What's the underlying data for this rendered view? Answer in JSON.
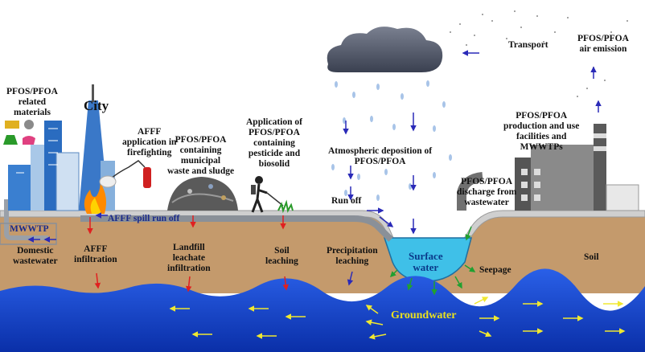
{
  "labels": {
    "pfos_related": "PFOS/PFOA\nrelated\nmaterials",
    "city": "City",
    "afff_application": "AFFF\napplication in\nfirefighting",
    "landfill": "PFOS/PFOA\ncontaining\nmunicipal\nwaste and sludge",
    "pesticide": "Application of\nPFOS/PFOA\ncontaining\npesticide and\nbiosolid",
    "atmospheric": "Atmospheric deposition of\nPFOS/PFOA",
    "transport": "Transport",
    "air_emission": "PFOS/PFOA\nair emission",
    "production": "PFOS/PFOA\nproduction and use\nfacilities and\nMWWTPs",
    "discharge": "PFOS/PFOA\ndischarge from\nwastewater",
    "run_off": "Run off",
    "afff_spill": "AFFF spill run off",
    "mwwtp": "MWWTP",
    "domestic": "Domestic\nwastewater",
    "afff_infiltration": "AFFF\ninfiltration",
    "landfill_leachate": "Landfill\nleachate\ninfiltration",
    "soil_leaching": "Soil\nleaching",
    "precipitation": "Precipitation\nleaching",
    "surface_water": "Surface\nwater",
    "seepage": "Seepage",
    "soil": "Soil",
    "groundwater": "Groundwater"
  },
  "colors": {
    "sky": "#ffffff",
    "soil": "#c49a6c",
    "surface": "#d8d8d8",
    "groundwater": "#1a50d8",
    "surface_water": "#3fc0e8",
    "flow_arrow": "#2a2ab8",
    "infiltration_arrow": "#e02020",
    "seepage_arrow": "#20a030",
    "groundwater_arrow": "#f0e830"
  },
  "icons": [
    "city-skyline",
    "fire-icon",
    "fire-extinguisher-icon",
    "landfill-icon",
    "farmer-icon",
    "rain-cloud-icon",
    "factory-icon",
    "pipe-icon",
    "materials-icon"
  ]
}
